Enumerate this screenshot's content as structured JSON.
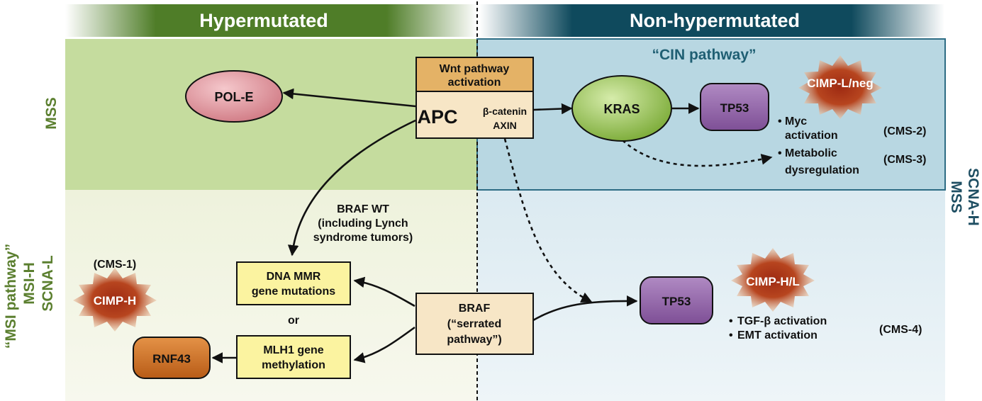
{
  "headers": {
    "left": "Hypermutated",
    "right": "Non-hypermutated"
  },
  "side_labels": {
    "mss_left": "MSS",
    "msi_pathway": "“MSI pathway”",
    "msi_h": "MSI-H",
    "scna_l": "SCNA-L",
    "mss_right": "MSS",
    "scna_h": "SCNA-H"
  },
  "cin_pathway": "“CIN pathway”",
  "nodes": {
    "pol_e": "POL-E",
    "wnt_line1": "Wnt pathway",
    "wnt_line2": "activation",
    "apc": "APC",
    "beta_catenin": "β-catenin",
    "axin": "AXIN",
    "kras": "KRAS",
    "tp53_top": "TP53",
    "cimp_lneg": "CIMP-L/neg",
    "braf_wt_1": "BRAF WT",
    "braf_wt_2": "(including Lynch",
    "braf_wt_3": "syndrome tumors)",
    "dna_mmr_1": "DNA MMR",
    "dna_mmr_2": "gene mutations",
    "or": "or",
    "mlh1_1": "MLH1 gene",
    "mlh1_2": "methylation",
    "braf_1": "BRAF",
    "braf_2": "(“serrated",
    "braf_3": "pathway”)",
    "tp53_bottom": "TP53",
    "cimp_hl": "CIMP-H/L",
    "cimp_h": "CIMP-H",
    "rnf43": "RNF43",
    "cms1": "(CMS-1)"
  },
  "outcomes_top": [
    {
      "text1": "Myc",
      "text2": "activation",
      "cms": "(CMS-2)"
    },
    {
      "text1": "Metabolic",
      "text2": "dysregulation",
      "cms": "(CMS-3)"
    }
  ],
  "outcomes_bottom": [
    {
      "text": "TGF-β activation"
    },
    {
      "text": "EMT activation"
    }
  ],
  "cms4": "(CMS-4)",
  "colors": {
    "green_header": "#4f7d28",
    "blue_header": "#0f4a5d",
    "mss_green_bg": "#c5dc9e",
    "mss_blue_bg": "#b8d7e2",
    "lower_left_bg": "#f3f4e6",
    "lower_right_bg": "#e7f1f5",
    "yellow_box": "#fbf3a0",
    "wnt_box": "#e4b266",
    "apc_box": "#f7e6c6",
    "kras": "#8ebc48",
    "tp53": "#9163a7",
    "pol_e": "#d98790",
    "rnf43": "#c8691f",
    "cimp_burst": "#b03a1d"
  }
}
